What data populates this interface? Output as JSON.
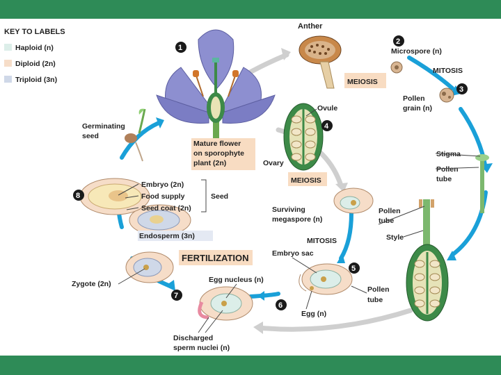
{
  "key": {
    "title": "KEY TO LABELS",
    "items": [
      {
        "label": "Haploid (n)",
        "color": "#dceee9"
      },
      {
        "label": "Diploid (2n)",
        "color": "#f6ddc8"
      },
      {
        "label": "Triploid (3n)",
        "color": "#cfd8e8"
      }
    ]
  },
  "steps": [
    "1",
    "2",
    "3",
    "4",
    "5",
    "6",
    "7",
    "8"
  ],
  "labels": {
    "anther": "Anther",
    "microspore": "Microspore (n)",
    "mitosis_top": "MITOSIS",
    "meiosis_top": "MEIOSIS",
    "pollen_grain_1": "Pollen",
    "pollen_grain_2": "grain (n)",
    "ovule": "Ovule",
    "germinating_1": "Germinating",
    "germinating_2": "seed",
    "mature_1": "Mature flower",
    "mature_2": "on sporophyte",
    "mature_3": "plant (2n)",
    "ovary": "Ovary",
    "stigma": "Stigma",
    "pollen_tube_right_1": "Pollen",
    "pollen_tube_right_2": "tube",
    "embryo": "Embryo (2n)",
    "food_supply": "Food supply",
    "seed_coat": "Seed coat (2n)",
    "seed": "Seed",
    "meiosis_mid": "MEIOSIS",
    "surviving_1": "Surviving",
    "surviving_2": "megaspore (n)",
    "pollen_tube_mid_1": "Pollen",
    "pollen_tube_mid_2": "tube",
    "style": "Style",
    "endosperm": "Endosperm (3n)",
    "mitosis_mid": "MITOSIS",
    "fertilization": "FERTILIZATION",
    "embryo_sac": "Embryo sac",
    "zygote": "Zygote (2n)",
    "egg_nucleus": "Egg nucleus (n)",
    "pollen_tube_low_1": "Pollen",
    "pollen_tube_low_2": "tube",
    "egg": "Egg (n)",
    "discharged_1": "Discharged",
    "discharged_2": "sperm nuclei (n)"
  },
  "colors": {
    "band": "#2e8b57",
    "arrow": "#1aa0d8",
    "phase_box": "#f8dcc2",
    "step_circle": "#1a1a1a",
    "flower": "#8d8fd0",
    "ovary_green": "#3d8a48"
  }
}
